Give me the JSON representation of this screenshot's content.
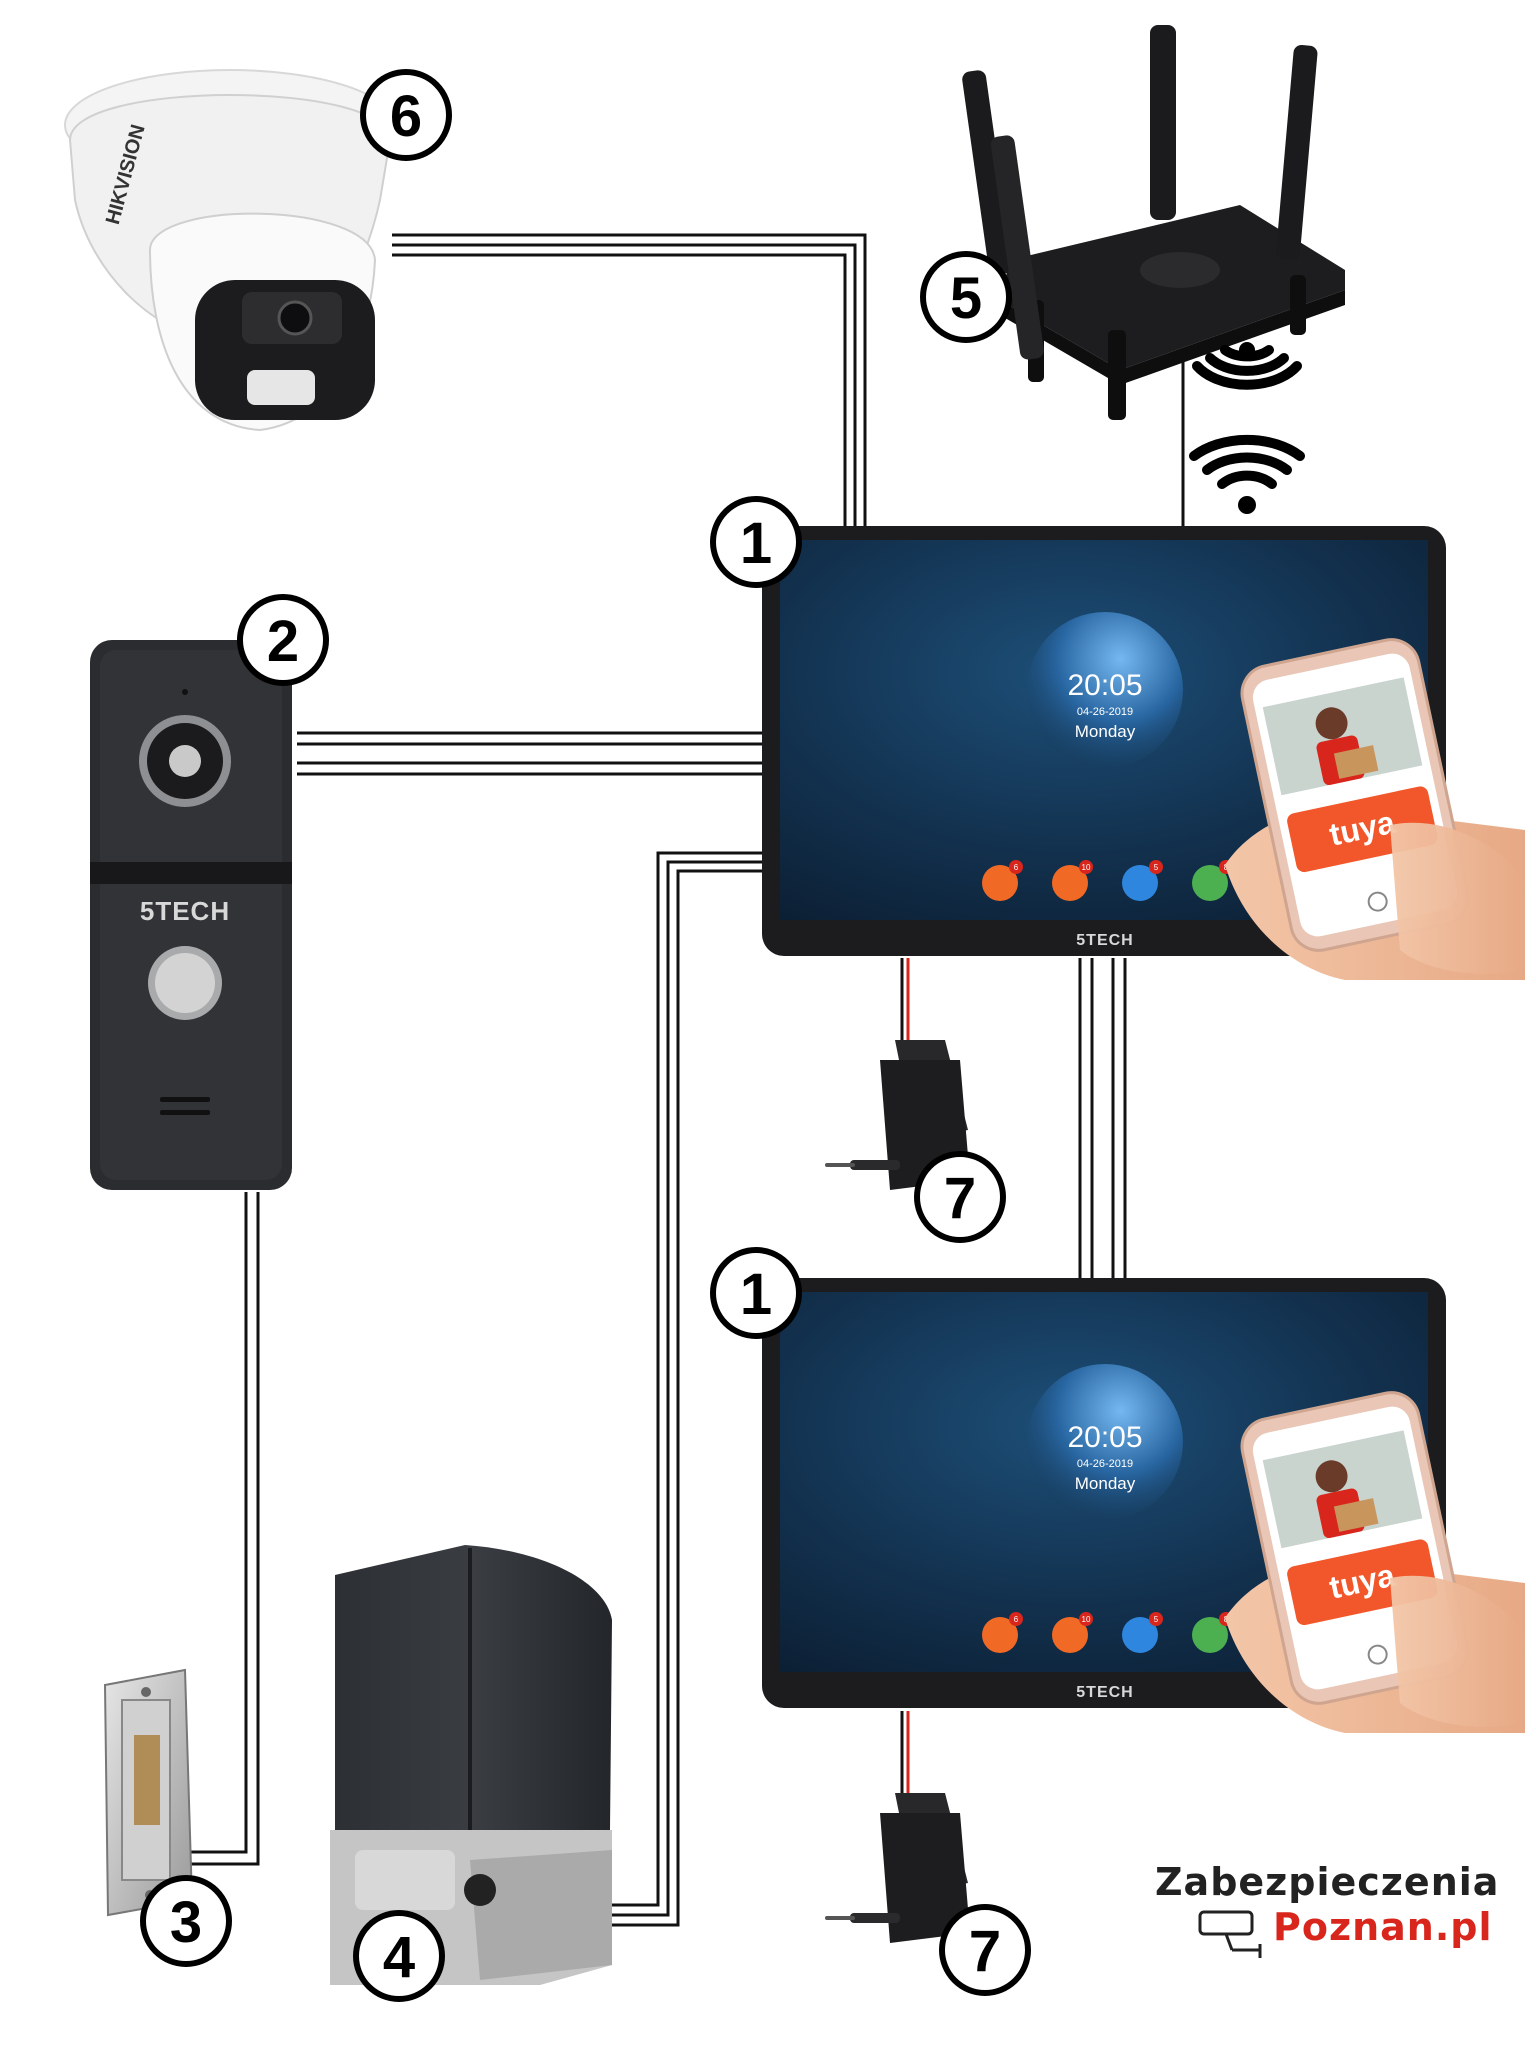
{
  "labels": {
    "monitor": "1",
    "doorbell": "2",
    "electric_strike": "3",
    "gate_motor": "4",
    "router": "5",
    "camera": "6",
    "power_adapter": "7"
  },
  "monitor_screen": {
    "time": "20:05",
    "date": "04-26-2019",
    "day": "Monday",
    "brand": "5TECH",
    "icon_badges": [
      "6",
      "10",
      "5",
      "8"
    ]
  },
  "doorbell": {
    "brand": "5TECH"
  },
  "camera": {
    "brand": "HIKVISION"
  },
  "phone": {
    "app": "tuya"
  },
  "logo": {
    "line1": "Zabezpieczenia",
    "line2": "Poznan.pl"
  },
  "colors": {
    "wire": "#111111",
    "power_wire": "#d9261c",
    "screen": "#12304d",
    "tuya": "#f1572a",
    "logo_red": "#d9261c"
  }
}
